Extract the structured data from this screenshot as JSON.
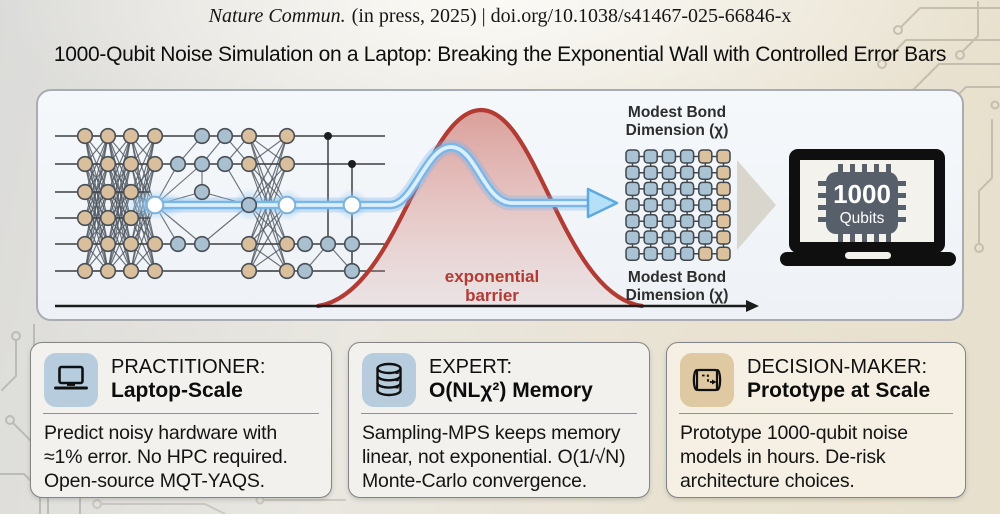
{
  "header": {
    "journal_name": "Nature Commun.",
    "citation_rest": "(in press, 2025) | doi.org/10.1038/s41467-025-66846-x"
  },
  "title": "1000-Qubit Noise Simulation on a Laptop: Breaking the Exponential Wall with Controlled Error Bars",
  "figure": {
    "barrier_label_line1": "exponential",
    "barrier_label_line2": "barrier",
    "bond_label_line1": "Modest Bond",
    "bond_label_line2": "Dimension (χ)",
    "chip_label_line1": "1000",
    "chip_label_line2": "Qubits"
  },
  "cards": [
    {
      "icon": "laptop-icon",
      "tile_color": "#b7cdde",
      "role": "PRACTITIONER:",
      "subtitle": "Laptop-Scale",
      "body_lines": [
        "Predict noisy hardware with",
        "≈1% error. No HPC required.",
        "Open-source MQT-YAQS."
      ]
    },
    {
      "icon": "database-icon",
      "tile_color": "#b7cdde",
      "role": "EXPERT:",
      "subtitle": "O(NLχ²) Memory",
      "body_lines": [
        "Sampling-MPS keeps memory",
        "linear, not exponential. O(1/√N)",
        "Monte-Carlo convergence."
      ]
    },
    {
      "icon": "blueprint-icon",
      "tile_color": "#dfc9a3",
      "role": "DECISION-MAKER:",
      "subtitle": "Prototype at Scale",
      "body_lines": [
        "Prototype 1000-qubit noise",
        "models in hours. De-risk",
        "architecture choices."
      ]
    }
  ],
  "colors": {
    "barrier_red": "#b23b34",
    "flow_blue": "#79b7e9",
    "flow_blue_pale": "#dbeffc",
    "flow_blue_light": "#b4e0f8",
    "flow_blue_deep": "#5ea9dd",
    "node_tan": "#d9bf9b",
    "node_blue": "#a9c0d0",
    "grid_blue": "#a9c3d4",
    "grid_tan": "#dcc29c",
    "chip_slate": "#575f6a"
  }
}
